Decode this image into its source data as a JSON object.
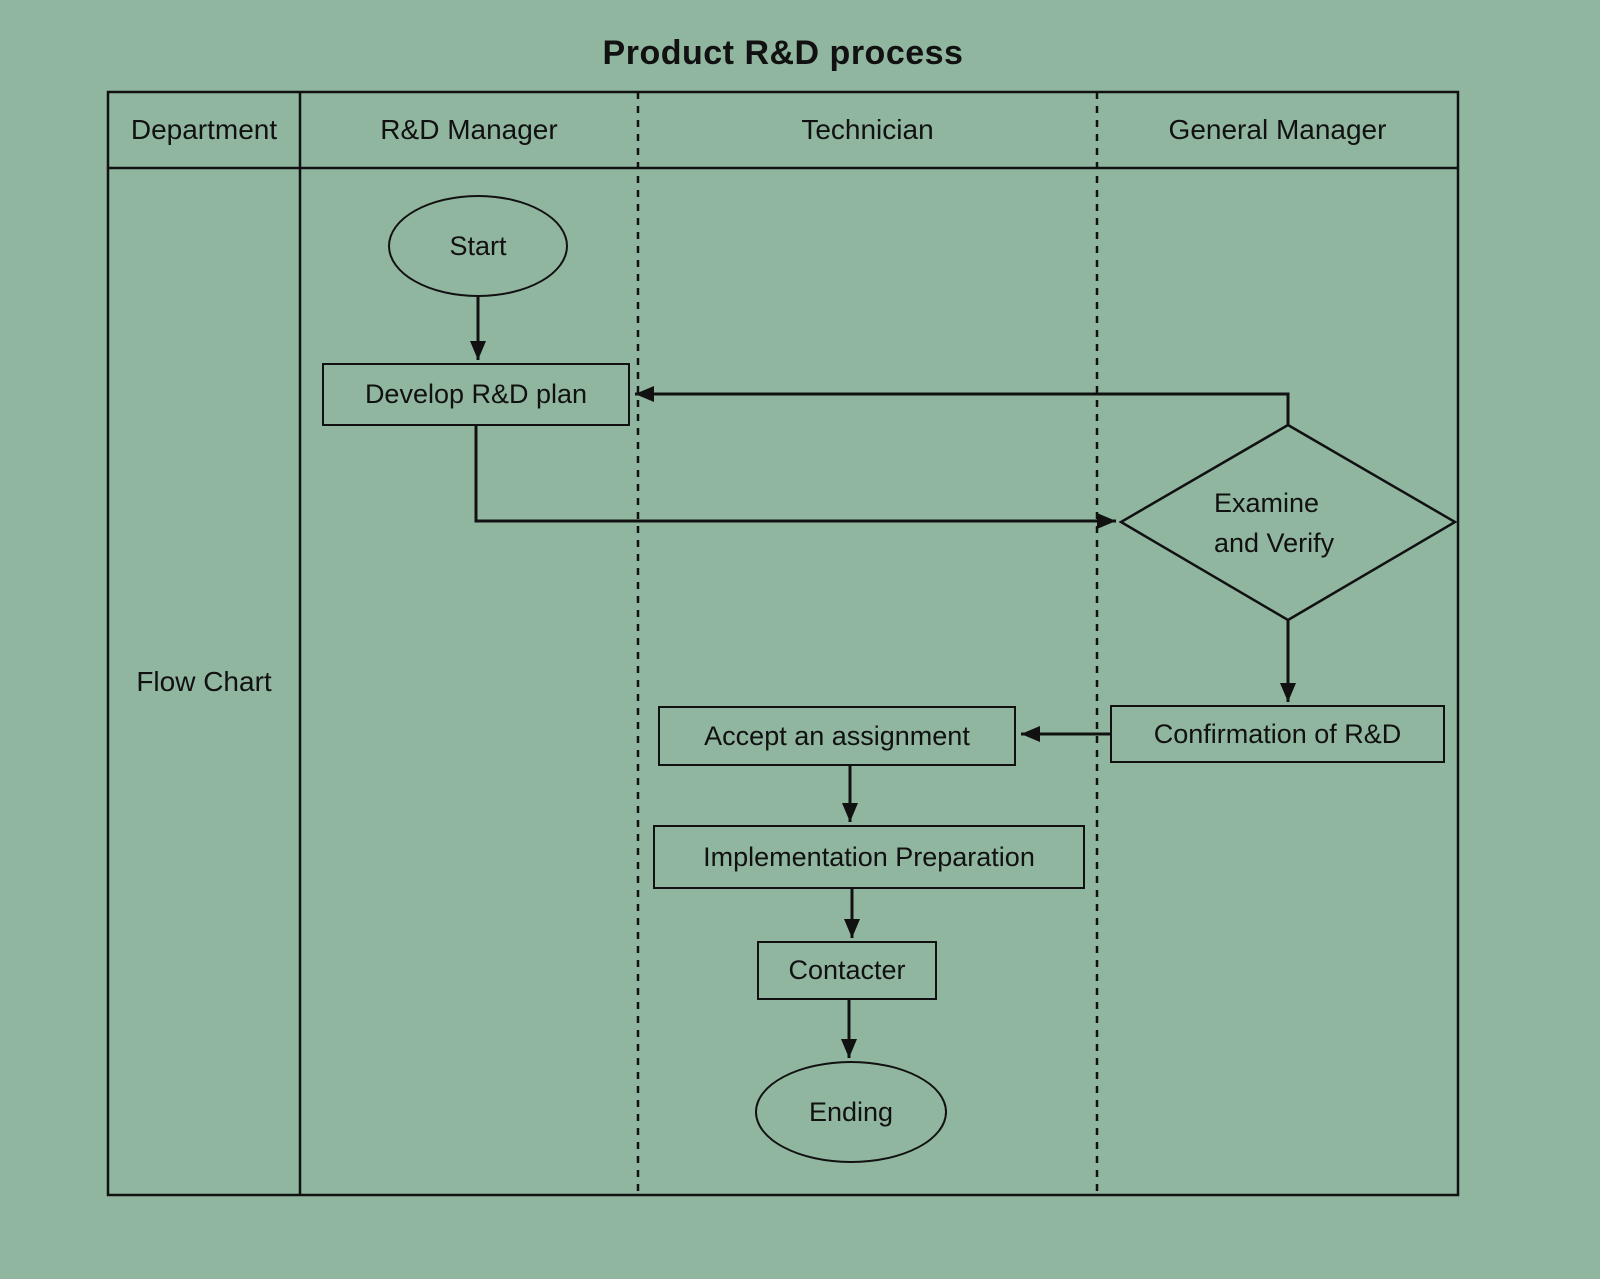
{
  "title": "Product R&D process",
  "header": {
    "department": "Department",
    "rd_manager": "R&D Manager",
    "technician": "Technician",
    "general_manager": "General Manager"
  },
  "row_label": "Flow Chart",
  "nodes": {
    "start": "Start",
    "develop_plan": "Develop R&D plan",
    "examine_line1": "Examine",
    "examine_line2": "and Verify",
    "confirmation": "Confirmation of R&D",
    "accept_assignment": "Accept an assignment",
    "implementation": "Implementation Preparation",
    "contacter": "Contacter",
    "ending": "Ending"
  },
  "colors": {
    "background": "#90b6a0",
    "line": "#111111",
    "text": "#111111"
  }
}
